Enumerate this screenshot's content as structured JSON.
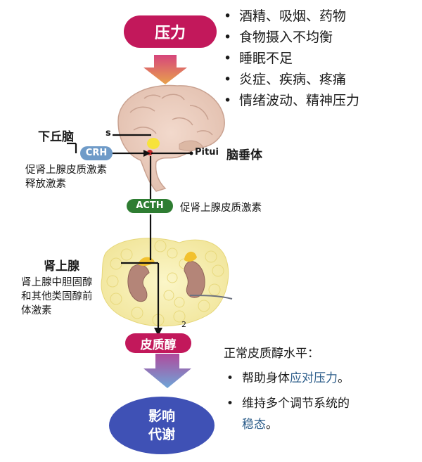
{
  "top_node": {
    "label": "压力",
    "color": "#c2185b"
  },
  "stressors": [
    "酒精、吸烟、药物",
    "食物摄入不均衡",
    "睡眠不足",
    "炎症、疾病、疼痛",
    "情绪波动、精神压力"
  ],
  "hypothalamus": {
    "label": "下丘脑",
    "cut_glyph": "s"
  },
  "pituitary": {
    "label": "脑垂体",
    "cut_text": "Pitui"
  },
  "crh": {
    "pill": "CRH",
    "description_line1": "促肾上腺皮质激素",
    "description_line2": "释放激素",
    "color": "#6f9bc8"
  },
  "acth": {
    "pill": "ACTH",
    "description": "促肾上腺皮质激素",
    "color": "#2e7d32"
  },
  "adrenal": {
    "label": "肾上腺",
    "description_line1": "肾上腺中胆固醇",
    "description_line2": "和其他类固醇前",
    "description_line3": "体激素",
    "marker": "2"
  },
  "cortisol": {
    "label": "皮质醇",
    "color": "#c2185b"
  },
  "bottom_node": {
    "line1": "影响",
    "line2": "代谢",
    "color": "#3f51b5"
  },
  "effects": {
    "title": "正常皮质醇水平：",
    "item1_prefix": "帮助身体",
    "item1_highlight": "应对压力",
    "item1_suffix": "。",
    "item2_prefix": "维持多个调节系统的",
    "item2_highlight": "稳态",
    "item2_suffix": "。"
  },
  "icons": {
    "arrow": "gradient-down-arrow",
    "brain": "brain-icon",
    "adrenal": "adrenal-gland-icon"
  }
}
